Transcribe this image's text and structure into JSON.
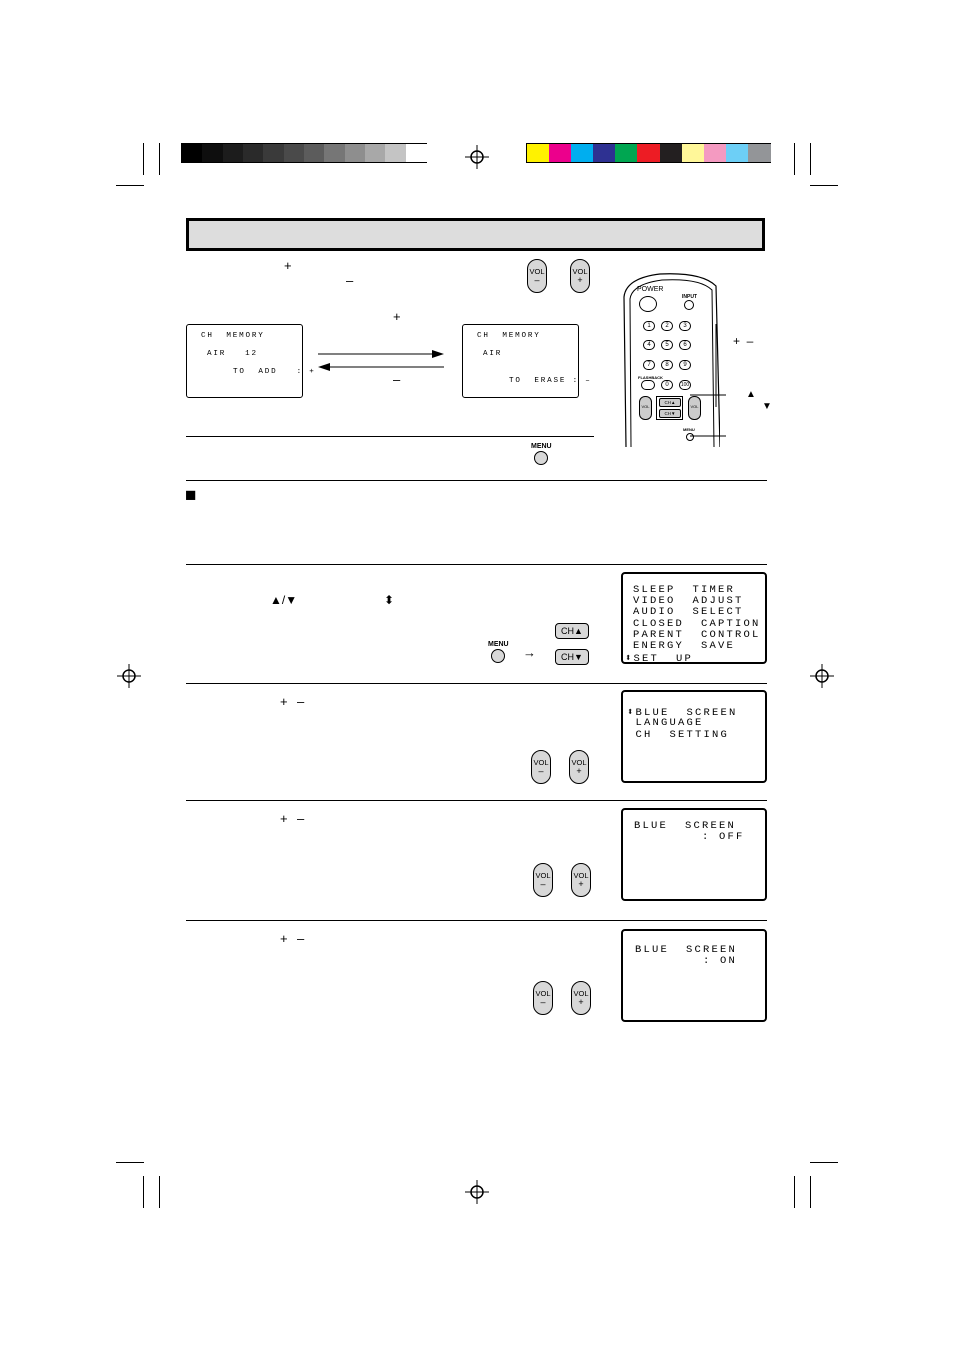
{
  "color_bar": {
    "grays": [
      "#000000",
      "#0e0e0e",
      "#1c1c1c",
      "#2a2a2a",
      "#3a3a3a",
      "#4a4a4a",
      "#5c5c5c",
      "#767676",
      "#8e8e8e",
      "#a8a8a8",
      "#c4c4c4",
      "#ffffff"
    ],
    "colors": [
      "#fff200",
      "#ec008c",
      "#00aeef",
      "#2e3192",
      "#00a651",
      "#ed1c24",
      "#231f20",
      "#fff799",
      "#f49ac1",
      "#6dcff6",
      "#939598"
    ]
  },
  "ch_memory": {
    "left_screen": {
      "line1": "CH  MEMORY",
      "line2": "AIR   12",
      "line3": "TO  ADD   : +"
    },
    "right_screen": {
      "line1": "CH  MEMORY",
      "line2": "AIR",
      "line3": "TO  ERASE : –"
    },
    "plus_symbol": "+",
    "minus_symbol": "–"
  },
  "buttons": {
    "vol_label": "VOL",
    "vol_minus": "–",
    "vol_plus": "+",
    "menu_label": "MENU",
    "ch_up": "CH▲",
    "ch_down": "CH▼",
    "arrow": "→",
    "up_down": "▲/▼",
    "updown_glyph": "⬍",
    "plus": "+",
    "minus": "–"
  },
  "remote": {
    "power": "POWER",
    "input": "INPUT",
    "flashback": "FLASHBACK",
    "menu": "MENU",
    "digits": [
      "1",
      "2",
      "3",
      "4",
      "5",
      "6",
      "7",
      "8",
      "9",
      "0",
      "100"
    ],
    "ch_up": "CH▲",
    "ch_down": "CH▼",
    "vol": "VOL",
    "side_plus_minus": "+  –",
    "side_up": "▲",
    "side_down": "▼"
  },
  "section_marker": "■",
  "menu_screens": [
    {
      "lines": [
        "SLEEP  TIMER",
        "VIDEO  ADJUST",
        "AUDIO  SELECT",
        "CLOSED  CAPTION",
        "PARENT  CONTROL",
        "ENERGY  SAVE",
        "⬍SET  UP"
      ]
    },
    {
      "lines": [
        "⬍BLUE  SCREEN",
        " LANGUAGE",
        " CH  SETTING"
      ]
    },
    {
      "lines": [
        "BLUE  SCREEN",
        "        : OFF"
      ]
    },
    {
      "lines": [
        "BLUE  SCREEN",
        "        : ON"
      ]
    }
  ]
}
